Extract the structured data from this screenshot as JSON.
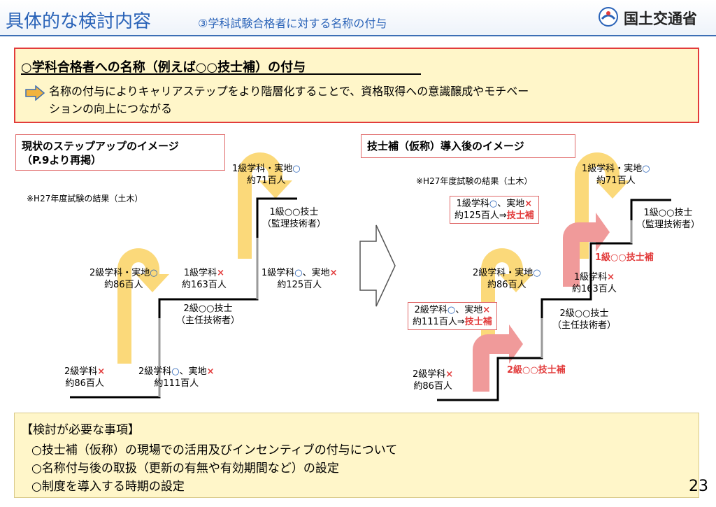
{
  "header": {
    "title": "具体的な検討内容",
    "subtitle": "③学科試験合格者に対する名称の付与",
    "logo_text": "国土交通省"
  },
  "summary": {
    "heading": "○学科合格者への名称（例えば○○技士補）の付与",
    "body_line1": "名称の付与によりキャリアステップをより階層化することで、資格取得への意識醸成やモチベー",
    "body_line2": "ションの向上につながる"
  },
  "left_panel": {
    "label_line1": "現状のステップアップのイメージ",
    "label_line2": "（P.9より再掲）",
    "note": "※H27年度試験の結果（土木）",
    "s1_line1": "2級学科",
    "s1_line2": "約86百人",
    "s2_line1": "2級学科",
    "s2_line1b": "、実地",
    "s2_line2": "約111百人",
    "s3_line1": "2級学科・実地",
    "s3_line2": "約86百人",
    "grade2_line1": "2級○○技士",
    "grade2_line2": "（主任技術者）",
    "s4_line1": "1級学科",
    "s4_line2": "約163百人",
    "s5_line1": "1級学科",
    "s5_line1b": "、実地",
    "s5_line2": "約125百人",
    "s6_line1": "1級学科・実地",
    "s6_line2": "約71百人",
    "grade1_line1": "1級○○技士",
    "grade1_line2": "（監理技術者）"
  },
  "right_panel": {
    "label": "技士補（仮称）導入後のイメージ",
    "note": "※H27年度試験の結果（土木）",
    "s1_line1": "2級学科",
    "s1_line2": "約86百人",
    "callout2_line1": "2級学科",
    "callout2_line1b": "、実地",
    "callout2_line2": "約111百人⇒",
    "callout2_red": "技士補",
    "assistant2": "2級○○技士補",
    "s3_line1": "2級学科・実地",
    "s3_line2": "約86百人",
    "grade2_line1": "2級○○技士",
    "grade2_line2": "（主任技術者）",
    "s4_line1": "1級学科",
    "s4_line2": "約163百人",
    "assistant1": "1級○○技士補",
    "callout1_line1": "1級学科",
    "callout1_line1b": "、実地",
    "callout1_line2": "約125百人⇒",
    "callout1_red": "技士補",
    "s6_line1": "1級学科・実地",
    "s6_line2": "約71百人",
    "grade1_line1": "1級○○技士",
    "grade1_line2": "（監理技術者）"
  },
  "symbols": {
    "pass": "○",
    "fail": "×"
  },
  "colors": {
    "title_blue": "#2a63b8",
    "alert_red": "#e23b3b",
    "yellow_arrow": "#fbd97a",
    "pink_arrow": "#f09a9a",
    "panel_bg": "#fff6c9"
  },
  "checklist": {
    "title": "【検討が必要な事項】",
    "items": [
      "○技士補（仮称）の現場での活用及びインセンティブの付与について",
      "○名称付与後の取扱（更新の有無や有効期間など）の設定",
      "○制度を導入する時期の設定"
    ]
  },
  "page_number": "23"
}
